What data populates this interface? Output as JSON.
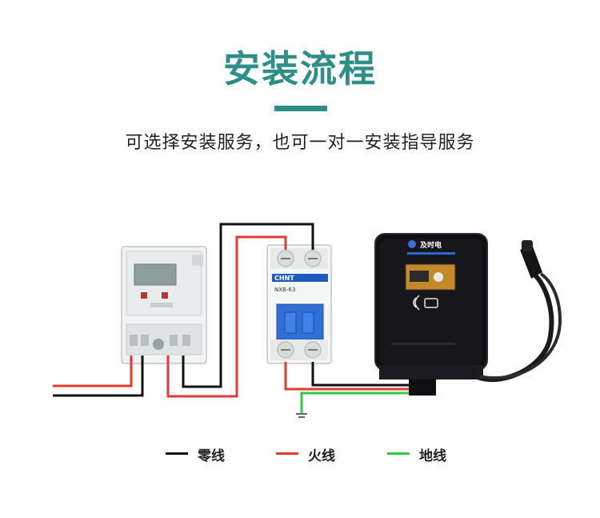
{
  "header": {
    "title": "安装流程",
    "subtitle": "可选择安装服务，也可一对一安装指导服务"
  },
  "devices": {
    "breaker_brand": "CHNT",
    "breaker_model": "NXB-63",
    "charger_brand": "及时电"
  },
  "legend": [
    {
      "label": "零线",
      "color": "#111111"
    },
    {
      "label": "火线",
      "color": "#e53935"
    },
    {
      "label": "地线",
      "color": "#2ecc40"
    }
  ],
  "colors": {
    "accent": "#2e8f88",
    "neutral_wire": "#111111",
    "live_wire": "#e53935",
    "ground_wire": "#2ecc40"
  }
}
